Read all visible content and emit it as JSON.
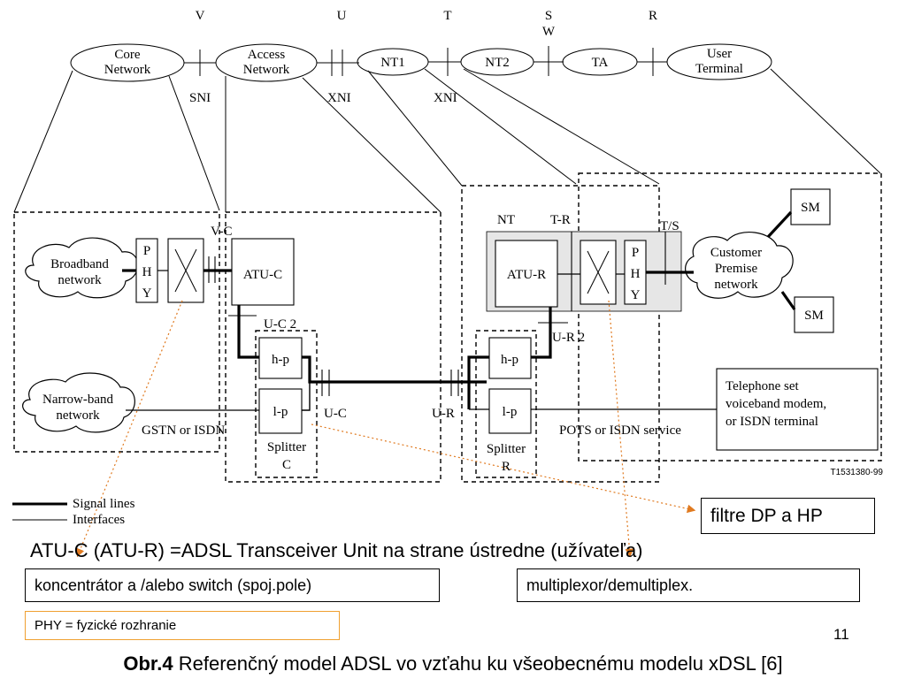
{
  "top_chain": {
    "interfaces": {
      "v": "V",
      "u": "U",
      "t": "T",
      "s": "S",
      "w": "W",
      "r": "R"
    },
    "nodes": {
      "core": [
        "Core",
        "Network"
      ],
      "access": [
        "Access",
        "Network"
      ],
      "nt1": "NT1",
      "nt2": "NT2",
      "ta": "TA",
      "user": [
        "User",
        "Terminal"
      ]
    },
    "sni": "SNI",
    "xni_left": "XNI",
    "xni_right": "XNI"
  },
  "detail": {
    "broadband": [
      "Broadband",
      "network"
    ],
    "narrowband": [
      "Narrow-band",
      "network"
    ],
    "phy_letters": [
      "P",
      "H",
      "Y"
    ],
    "v_c": "V-C",
    "atu_c": "ATU-C",
    "u_c2": "U-C 2",
    "hp": "h-p",
    "lp": "l-p",
    "u_c": "U-C",
    "gstn": "GSTN or ISDN",
    "splitter_c": [
      "Splitter",
      "C"
    ],
    "u_r": "U-R",
    "splitter_r": [
      "Splitter",
      "R"
    ],
    "nt": "NT",
    "t_r": "T-R",
    "atu_r": "ATU-R",
    "u_r2": "U-R 2",
    "t_s": "T/S",
    "customer": [
      "Customer",
      "Premise",
      "network"
    ],
    "sm": "SM",
    "telephone": [
      "Telephone set",
      "voiceband modem,",
      "or ISDN terminal"
    ],
    "pots": "POTS or ISDN service",
    "ref_code": "T1531380-99"
  },
  "legend": {
    "signal": "Signal lines",
    "interfaces": "Interfaces"
  },
  "notes": {
    "filters": "filtre DP a HP",
    "atu_def": "ATU-C (ATU-R) =ADSL Transceiver Unit na strane ústredne (užívateľa)",
    "concentrator": "koncentrátor a /alebo switch (spoj.pole)",
    "mux": "multiplexor/demultiplex.",
    "phy": "PHY = fyzické rozhranie"
  },
  "page_number": "11",
  "caption": {
    "bold": "Obr.4",
    "text": " Referenčný model ADSL vo vzťahu ku všeobecnému modelu xDSL [6]"
  },
  "colors": {
    "arrow": "#e07a20",
    "shade": "#e6e6e6",
    "phy_border": "#f0a030"
  }
}
